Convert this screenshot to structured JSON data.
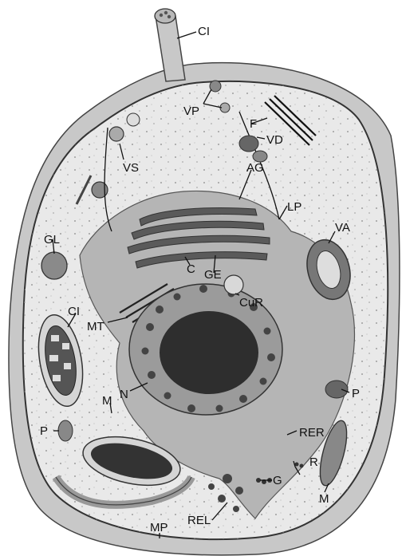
{
  "labels": {
    "ci_top": "CI",
    "vp": "VP",
    "f": "F",
    "vd": "VD",
    "vs": "VS",
    "ag": "AG",
    "lp": "LP",
    "gl": "GL",
    "va": "VA",
    "c": "C",
    "ge": "GE",
    "cur": "CuR",
    "ci_left": "CI",
    "mt": "MT",
    "n": "N",
    "p_right": "P",
    "m_left": "M",
    "p_left": "P",
    "rer": "RER",
    "r": "R",
    "m_right": "M",
    "g": "G",
    "rel": "REL",
    "mp": "MP"
  },
  "colors": {
    "wall": "#c8c8c8",
    "cytoplasm": "#e9e9e9",
    "er": "#9c9c9c",
    "organelle_dark": "#4a4a4a",
    "nucleolus": "#2e2e2e",
    "outline": "#333333"
  }
}
